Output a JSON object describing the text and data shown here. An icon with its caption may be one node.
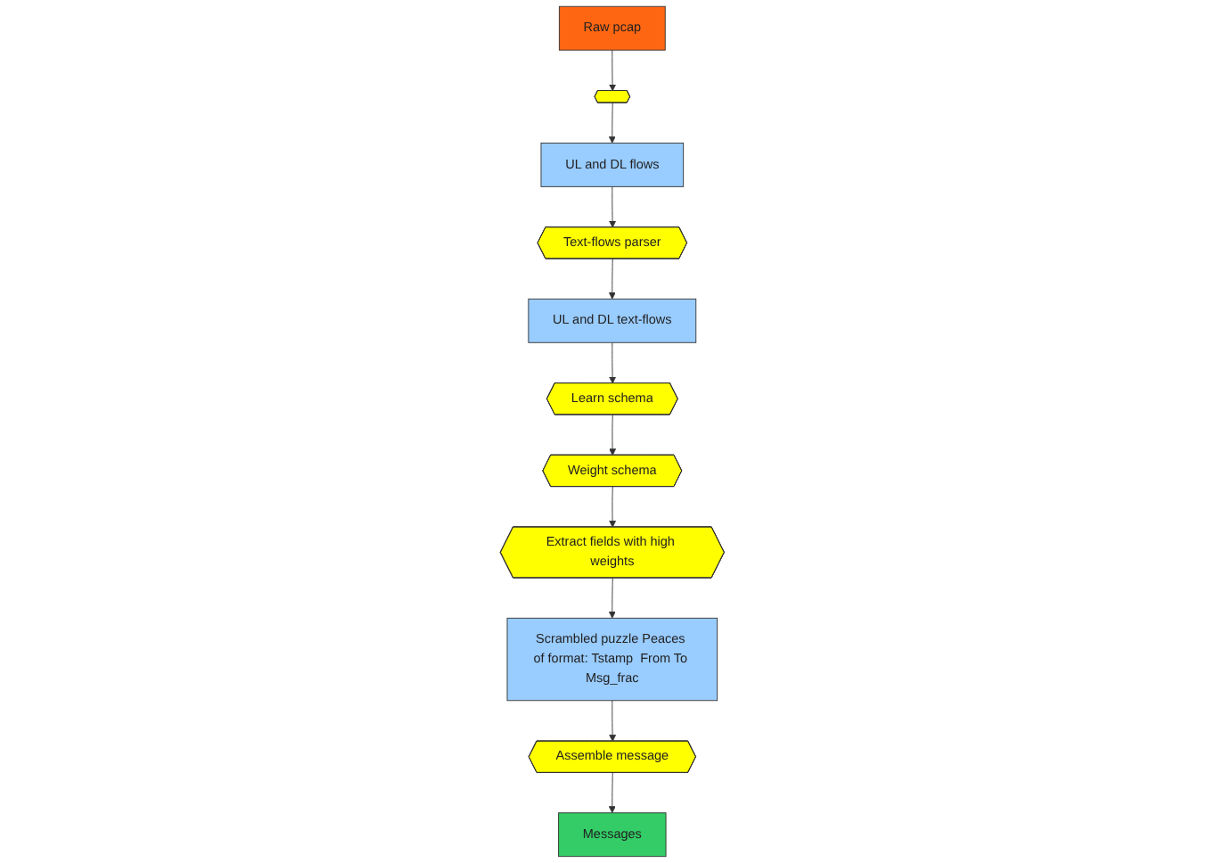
{
  "diagram": {
    "nodes": [
      {
        "text": [
          "Raw pcap"
        ]
      },
      {
        "text": [],
        "shape": "hexagon"
      },
      {
        "text": [
          "UL and DL flows"
        ]
      },
      {
        "text": [
          "Text-flows parser"
        ]
      },
      {
        "text": [
          "UL and DL text-flows"
        ]
      },
      {
        "text": [
          "Learn schema"
        ]
      },
      {
        "text": [
          "Weight schema"
        ]
      },
      {
        "text": [
          "Extract fields with high weights"
        ]
      },
      {
        "text": [
          "Scrambled puzzle Peaces of format: Tstamp  From To Msg_frac"
        ]
      },
      {
        "text": [
          "Assemble message"
        ]
      },
      {
        "text": [
          "Messages"
        ]
      }
    ],
    "edges": [
      {
        "from": 0,
        "to": 1,
        "arrow": "to"
      },
      {
        "from": 1,
        "to": 2,
        "arrow": "to"
      },
      {
        "from": 2,
        "to": 3,
        "arrow": "to"
      },
      {
        "from": 3,
        "to": 4,
        "arrow": "to"
      },
      {
        "from": 4,
        "to": 5,
        "arrow": "to"
      },
      {
        "from": 5,
        "to": 6,
        "arrow": "to"
      },
      {
        "from": 6,
        "to": 7,
        "arrow": "to"
      },
      {
        "from": 7,
        "to": 8,
        "arrow": "to"
      },
      {
        "from": 8,
        "to": 9,
        "arrow": "to"
      },
      {
        "from": 9,
        "to": 10,
        "arrow": "to"
      }
    ]
  }
}
